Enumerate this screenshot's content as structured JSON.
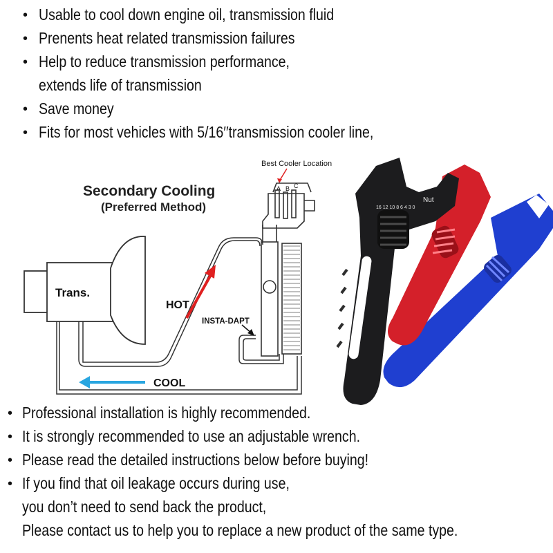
{
  "top_bullets": [
    {
      "lines": [
        "Usable to cool down engine oil, transmission fluid"
      ]
    },
    {
      "lines": [
        "Prenents heat related transmission failures"
      ]
    },
    {
      "lines": [
        "Help to reduce transmission performance,",
        "extends life of transmission"
      ]
    },
    {
      "lines": [
        "Save money"
      ]
    },
    {
      "lines": [
        "Fits for most vehicles with 5/16′′transmission cooler line,"
      ]
    }
  ],
  "bullet_glyph": "•",
  "diagram": {
    "title": "Secondary Cooling",
    "subtitle": "(Preferred Method)",
    "best_location": "Best Cooler Location",
    "letters": [
      "A",
      "B",
      "C"
    ],
    "trans_label": "Trans.",
    "hot_label": "HOT",
    "cool_label": "COOL",
    "instadapt_label": "INSTA-DAPT",
    "colors": {
      "hot_arrow": "#e02020",
      "cool_arrow": "#2aa6e0",
      "line": "#333333"
    }
  },
  "wrenches": {
    "scale_numbers": "16 12 10 8 6 4 3 0",
    "nut_label": "Nut",
    "colors": {
      "black": "#1c1c1e",
      "red": "#d4202a",
      "blue": "#1f3fd0"
    }
  },
  "bottom_bullets": [
    {
      "lines": [
        "Professional installation is highly recommended."
      ]
    },
    {
      "lines": [
        "It is strongly recommended to use an adjustable wrench."
      ]
    },
    {
      "lines": [
        "Please read the detailed instructions below before buying!"
      ]
    },
    {
      "lines": [
        "If you find that oil leakage occurs during use,",
        "you don’t need to send back the product,",
        "Please contact us to help you to replace a new product of the same type."
      ]
    }
  ]
}
